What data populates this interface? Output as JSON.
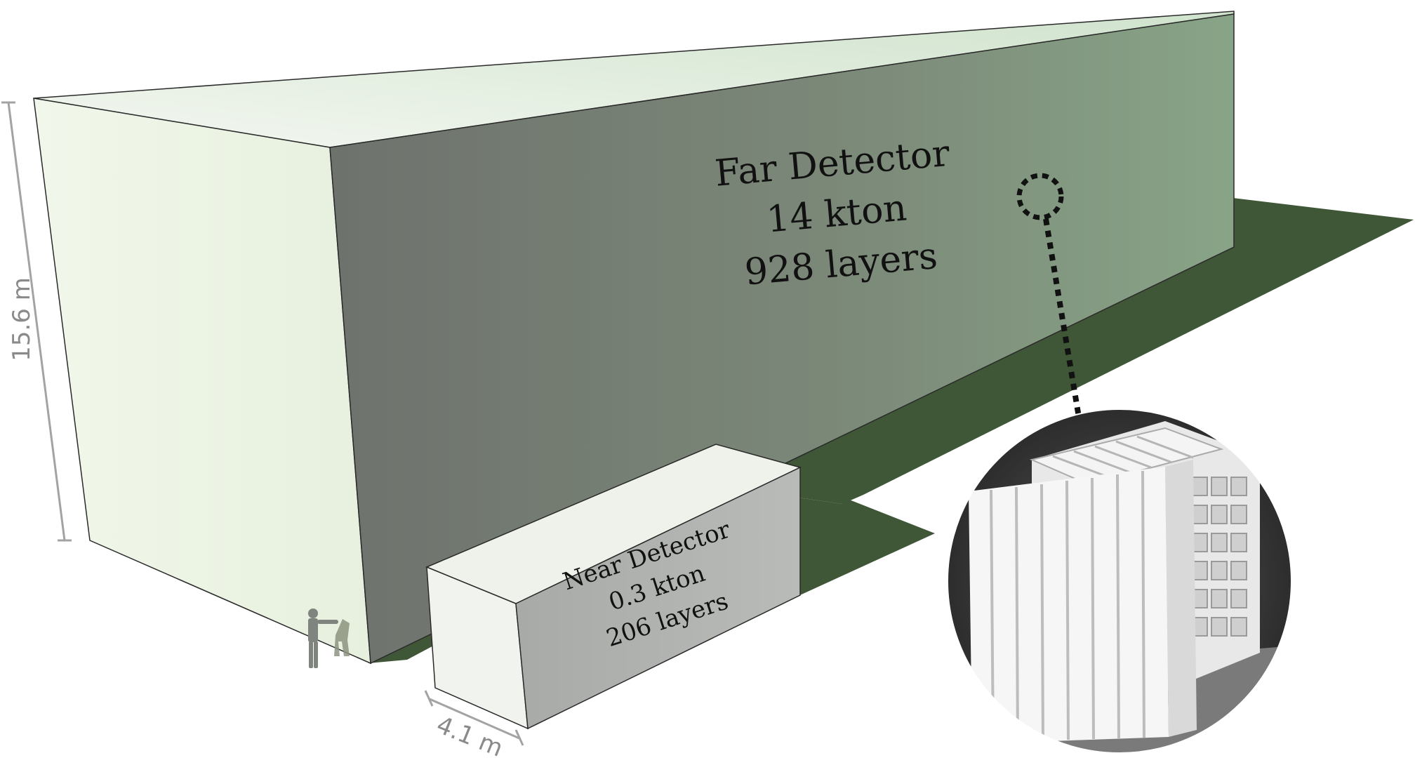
{
  "colors": {
    "face_light": "#eef5e6",
    "face_dark_left": "#6e726d",
    "face_dark_right": "#88a487",
    "top_face": "#eaf1e4",
    "shadow": "#3f5737",
    "dimension_line": "#a3a3a3",
    "text": "#111111"
  },
  "far_detector": {
    "name": "Far Detector",
    "mass": "14 kton",
    "layers": "928 layers",
    "height_label": "15.6 m"
  },
  "near_detector": {
    "name": "Near Detector",
    "mass": "0.3 kton",
    "layers": "206 layers",
    "width_label": "4.1 m"
  },
  "inset": {
    "description_icon": "pvc-cell-module-photo-icon",
    "magnifier_icon": "dotted-circle-callout-icon"
  }
}
